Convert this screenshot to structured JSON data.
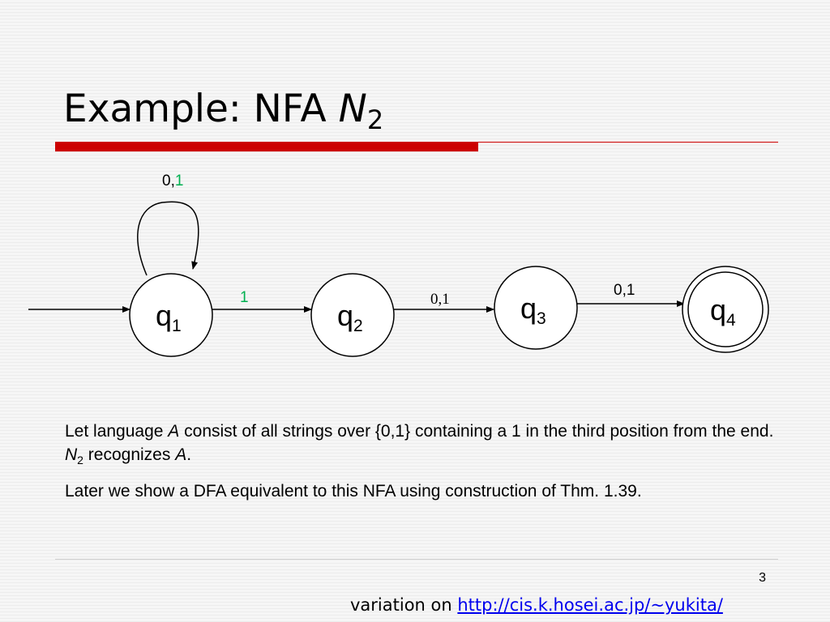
{
  "slide": {
    "title": {
      "prefix": "Example: NFA ",
      "italic": "N",
      "subscript": "2"
    },
    "page_number": "3",
    "credit": {
      "prefix": "variation on ",
      "link": "http://cis.k.hosei.ac.jp/~yukita/"
    },
    "colors": {
      "accent_bar": "#cc0000",
      "highlight_green": "#00b050",
      "link": "#0000ee"
    }
  },
  "nfa": {
    "states": [
      {
        "id": "q1",
        "label": "q",
        "subscript": "1",
        "start": true,
        "accept": false
      },
      {
        "id": "q2",
        "label": "q",
        "subscript": "2",
        "start": false,
        "accept": false
      },
      {
        "id": "q3",
        "label": "q",
        "subscript": "3",
        "start": false,
        "accept": false
      },
      {
        "id": "q4",
        "label": "q",
        "subscript": "4",
        "start": false,
        "accept": true
      }
    ],
    "transitions": [
      {
        "from": "q1",
        "to": "q1",
        "label_parts": [
          "0,",
          "1"
        ],
        "highlight_part": 1
      },
      {
        "from": "q1",
        "to": "q2",
        "label_parts": [
          "1"
        ],
        "highlight_part": 0
      },
      {
        "from": "q2",
        "to": "q3",
        "label_parts": [
          "0,1"
        ],
        "highlight_part": null
      },
      {
        "from": "q3",
        "to": "q4",
        "label_parts": [
          "0,1"
        ],
        "highlight_part": null
      }
    ]
  },
  "body": {
    "p1": {
      "t1": "Let language ",
      "t2": "A",
      "t3": " consist of all strings over {0,1} containing a 1 in the third position from the end. ",
      "t4": "N",
      "t5": "2",
      "t6": " recognizes ",
      "t7": "A",
      "t8": "."
    },
    "p2": "Later we show a DFA equivalent to this NFA using construction of Thm. 1.39."
  }
}
